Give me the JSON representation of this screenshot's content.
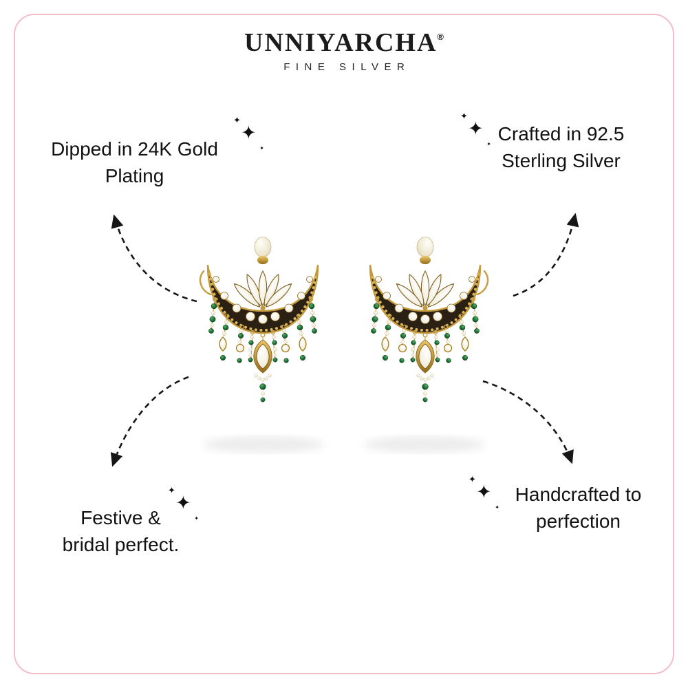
{
  "brand": {
    "name": "UNNIYARCHA",
    "registered_mark": "®",
    "tagline": "FINE SILVER"
  },
  "features": {
    "top_left": {
      "lines": [
        "Dipped in 24K Gold",
        "Plating"
      ]
    },
    "top_right": {
      "lines": [
        "Crafted in 92.5",
        "Sterling Silver"
      ]
    },
    "bottom_left": {
      "lines": [
        "Festive &",
        "bridal perfect."
      ]
    },
    "bottom_right": {
      "lines": [
        "Handcrafted to",
        "perfection"
      ]
    }
  },
  "icons": {
    "sparkle": "✦"
  },
  "colors": {
    "background": "#ffffff",
    "frame_pink": "#f4bdca",
    "text": "#141414",
    "gold": "#c49a3c",
    "kundan_white": "#f0ead6",
    "bead_green": "#1d7034",
    "pearl": "#ece5cc"
  },
  "product": {
    "alt": "Pair of gold-plated chandbali earrings with white kundan stones, seed pearls and green bead drops"
  }
}
